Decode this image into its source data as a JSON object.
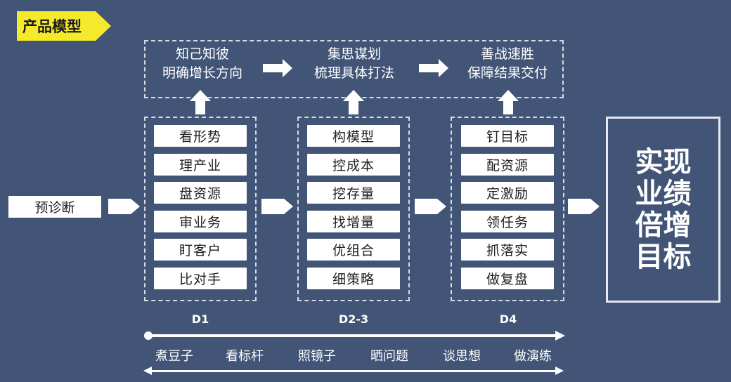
{
  "header": {
    "tag": "产品模型"
  },
  "goals": [
    {
      "line1": "知己知彼",
      "line2": "明确增长方向"
    },
    {
      "line1": "集思谋划",
      "line2": "梳理具体打法"
    },
    {
      "line1": "善战速胜",
      "line2": "保障结果交付"
    }
  ],
  "pre_step": "预诊断",
  "columns": [
    {
      "day": "D1",
      "items": [
        "看形势",
        "理产业",
        "盘资源",
        "审业务",
        "盯客户",
        "比对手"
      ]
    },
    {
      "day": "D2-3",
      "items": [
        "构模型",
        "控成本",
        "挖存量",
        "找增量",
        "优组合",
        "细策略"
      ]
    },
    {
      "day": "D4",
      "items": [
        "钉目标",
        "配资源",
        "定激励",
        "领任务",
        "抓落实",
        "做复盘"
      ]
    }
  ],
  "result": "实现业绩倍增目标",
  "methods": [
    "煮豆子",
    "看标杆",
    "照镜子",
    "晒问题",
    "谈思想",
    "做演练"
  ],
  "colors": {
    "background": "#425577",
    "tag": "#f4ea2b",
    "box": "#ffffff",
    "dash": "#d6dbe6"
  }
}
